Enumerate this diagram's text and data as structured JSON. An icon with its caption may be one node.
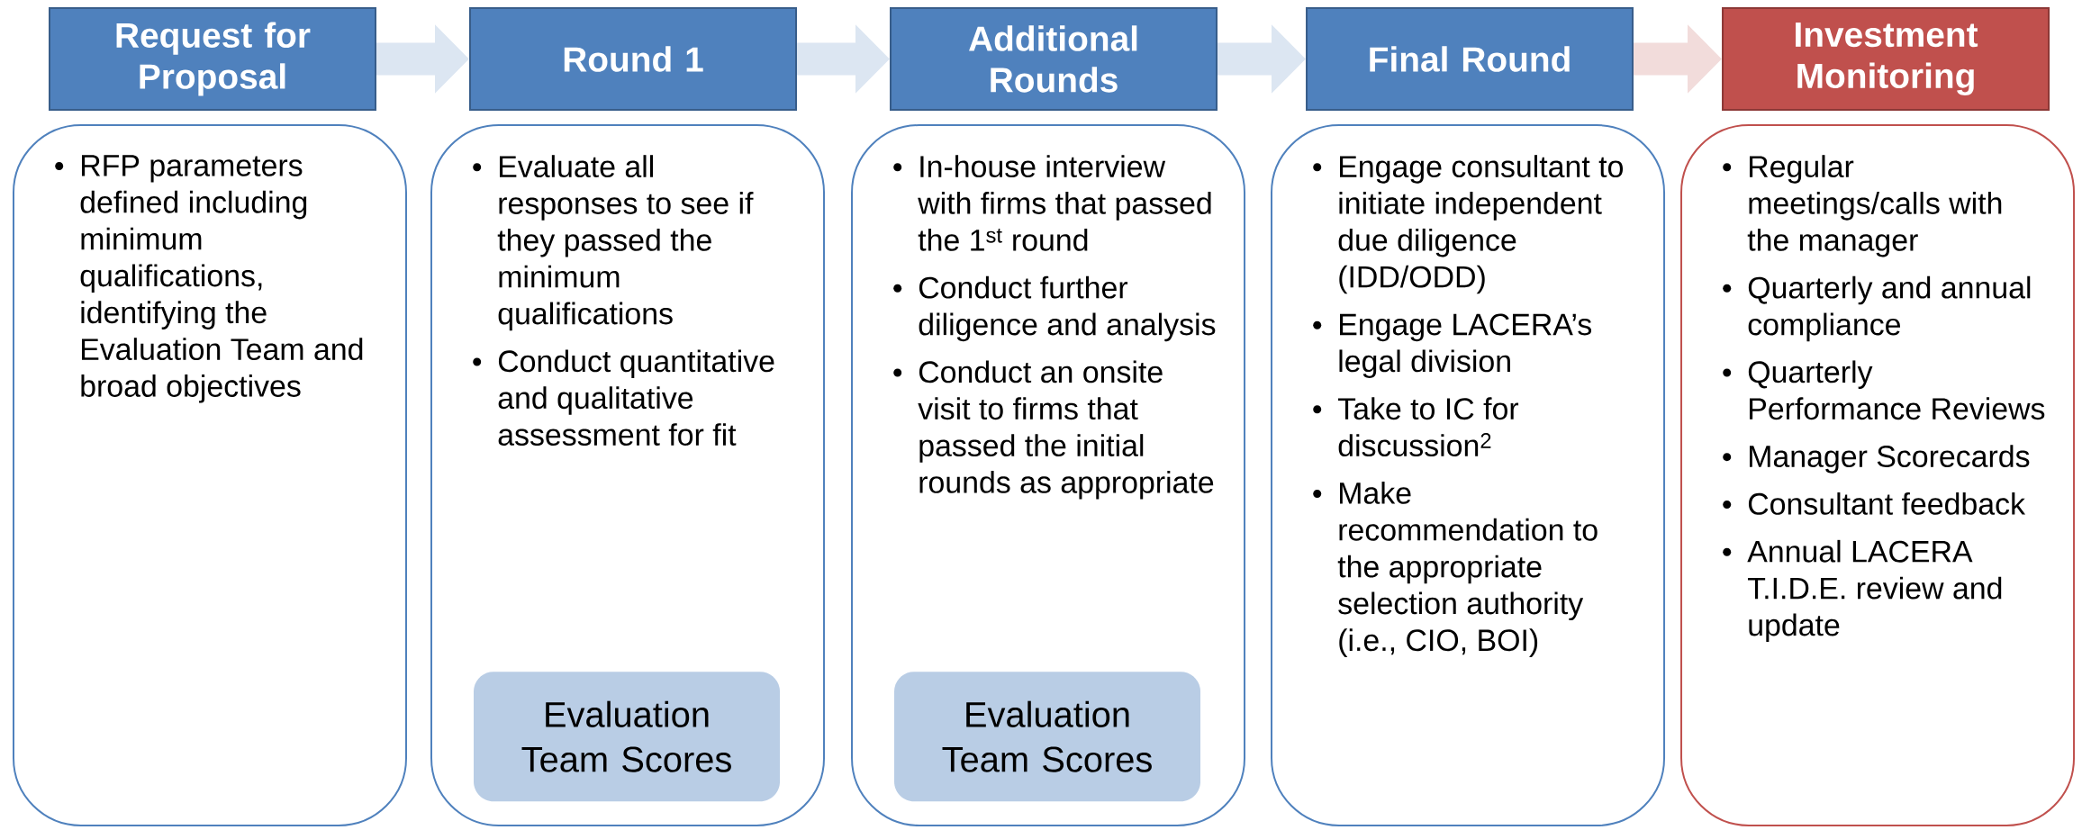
{
  "diagram": {
    "nodes": [
      {
        "text": [
          "Request for Proposal"
        ]
      },
      {
        "text": [
          "Round 1"
        ]
      },
      {
        "text": [
          "Additional Rounds"
        ]
      },
      {
        "text": [
          "Final Round"
        ]
      },
      {
        "text": [
          "Investment Monitoring"
        ]
      },
      {
        "text": [
          "RFP parameters defined including minimum qualifications, identifying the Evaluation Team and broad objectives"
        ]
      },
      {
        "text": [
          "Evaluate all responses to see if they passed the minimum qualifications",
          "Conduct quantitative and qualitative assessment for fit"
        ]
      },
      {
        "text": [
          "Evaluation Team Scores"
        ],
        "in": 6
      },
      {
        "text": [
          "In-house interview with firms that passed the 1$^{st}$ round",
          "Conduct further diligence and analysis",
          "Conduct an onsite visit to firms that passed the initial rounds as appropriate"
        ]
      },
      {
        "text": [
          "Evaluation Team Scores"
        ],
        "in": 8
      },
      {
        "text": [
          "Engage consultant to initiate independent due diligence (IDD/ODD)",
          "Engage LACERA’s legal division",
          "Take to IC for discussion$^{2}$",
          "Make recommendation to the appropriate selection authority (i.e., CIO, BOI)"
        ]
      },
      {
        "text": [
          "Regular meetings/calls with the manager",
          "Quarterly and annual compliance",
          "Quarterly Performance Reviews",
          "Manager Scorecards",
          "Consultant feedback",
          "Annual LACERA T.I.D.E. review and update"
        ]
      }
    ],
    "edges": [
      {
        "from": 0,
        "to": 1,
        "arrow": "to"
      },
      {
        "from": 1,
        "to": 2,
        "arrow": "to"
      },
      {
        "from": 2,
        "to": 3,
        "arrow": "to"
      },
      {
        "from": 3,
        "to": 4,
        "arrow": "to",
        "color": "#f2dcdb"
      }
    ]
  }
}
